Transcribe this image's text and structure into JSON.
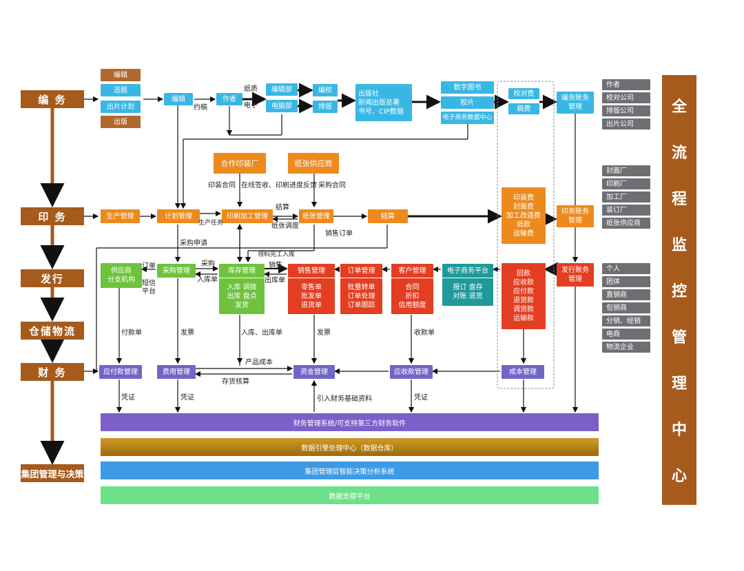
{
  "stages": {
    "editorial": "编 务",
    "printing": "印 务",
    "distribution": "发行",
    "warehouse": "仓储物流",
    "finance": "财 务",
    "group": "集团管理与决策"
  },
  "center_title": [
    "全",
    "流",
    "程",
    "监",
    "控",
    "管",
    "理",
    "中",
    "心"
  ],
  "editorial": {
    "left_items": [
      "编辑",
      "选题",
      "出片计划",
      "出版"
    ],
    "editor": "编辑",
    "author": "作者",
    "edit_dept": "编辑部",
    "computer_room": "电脑部",
    "proofread": "编校",
    "typeset": "排版",
    "publisher": "出版社\n新闻出版总署\n书号、CIP数据",
    "digital_book": "数字图书",
    "film": "胶片",
    "ebook_center": "电子商务数据中心",
    "proof_fee": "校对费",
    "manuscript_fee": "稿费",
    "edit_account": "编务账务\n管理"
  },
  "editorial_parties": [
    "作者",
    "校对公司",
    "排版公司",
    "出片公司"
  ],
  "printing": {
    "coop_printer": "合作印装厂",
    "paper_supplier": "纸张供应商",
    "production": "生产管理",
    "plan": "计划管理",
    "print_process": "印刷加工管理",
    "paper_mgmt": "纸张管理",
    "settlement": "结算",
    "print_fees": "印装费\n封面费\n加工改造费\n纸款\n运输费",
    "print_account": "印务账务\n管理"
  },
  "printing_parties": [
    "封面厂",
    "印刷厂",
    "加工厂",
    "装订厂",
    "纸张供应商"
  ],
  "distribution": {
    "supplier": "供应商\n分支机构",
    "purchase": "采购管理",
    "inventory": "库存管理",
    "inventory_detail": "入库  调拨\n出库  盘点\n发货",
    "sales": "销售管理",
    "sales_detail": "零售单\n批发单\n退货单",
    "order": "订单管理",
    "order_detail": "批量转单\n订单处理\n订单跟踪",
    "customer": "客户管理",
    "customer_detail": "合同\n折扣\n信用额度",
    "ecommerce": "电子商务平台",
    "ecommerce_detail": "报订  盘存\n对账  退货",
    "payments": "回款\n应收款\n应付款\n退货款\n调货款\n运输款",
    "dist_account": "发行账务\n管理"
  },
  "distribution_parties": [
    "个人",
    "团体",
    "直销商",
    "包销商",
    "分销、经销",
    "电商",
    "物流企业"
  ],
  "finance": {
    "payable": "应付款管理",
    "expense": "费用管理",
    "fund": "资金管理",
    "receivable": "应收款管理",
    "cost": "成本管理"
  },
  "labels": {
    "manuscript": "约稿",
    "paper": "纸质",
    "electronic": "电子",
    "print_contract": "印装合同",
    "online_sign": "在线签收、印刷进度反馈",
    "purchase_contract": "采购合同",
    "production_task": "生产任务",
    "settle": "结算",
    "paper_allot": "纸张调度",
    "sales_order": "销售订单",
    "purchase_request": "采购申请",
    "material_in": "领料完工入库",
    "order": "订单",
    "sms": "短信\n平台",
    "purchase": "采购",
    "in_stock_note": "入库单",
    "sales": "销售",
    "out_stock_note": "出库单",
    "payment_note": "付款单",
    "invoice1": "发票",
    "in_out_note": "入库、出库单",
    "invoice2": "发票",
    "collect_note": "收款单",
    "product_cost": "产品成本",
    "inventory_account": "存货核算",
    "voucher1": "凭证",
    "voucher2": "凭证",
    "import_base": "引入财务基础资料",
    "voucher3": "凭证"
  },
  "bands": {
    "finance_system": "财务管理系统/可支持第三方财务软件",
    "data_center": "数据引擎处理中心（数据仓库）",
    "bi_system": "集团管理层智能决策分析系统",
    "data_platform": "数据支撑平台"
  },
  "colors": {
    "stage_brown": "#a65a1c",
    "cyan": "#39b7e4",
    "orange": "#ec8a1e",
    "green": "#6ec23c",
    "red": "#e33e22",
    "teal": "#1f9a9a",
    "purple": "#7165c9",
    "gray": "#6d6f73",
    "band_purple": "#7c5fc8",
    "band_gold": "#b8860b",
    "band_blue": "#3d9be6",
    "band_green": "#6fe08a"
  }
}
